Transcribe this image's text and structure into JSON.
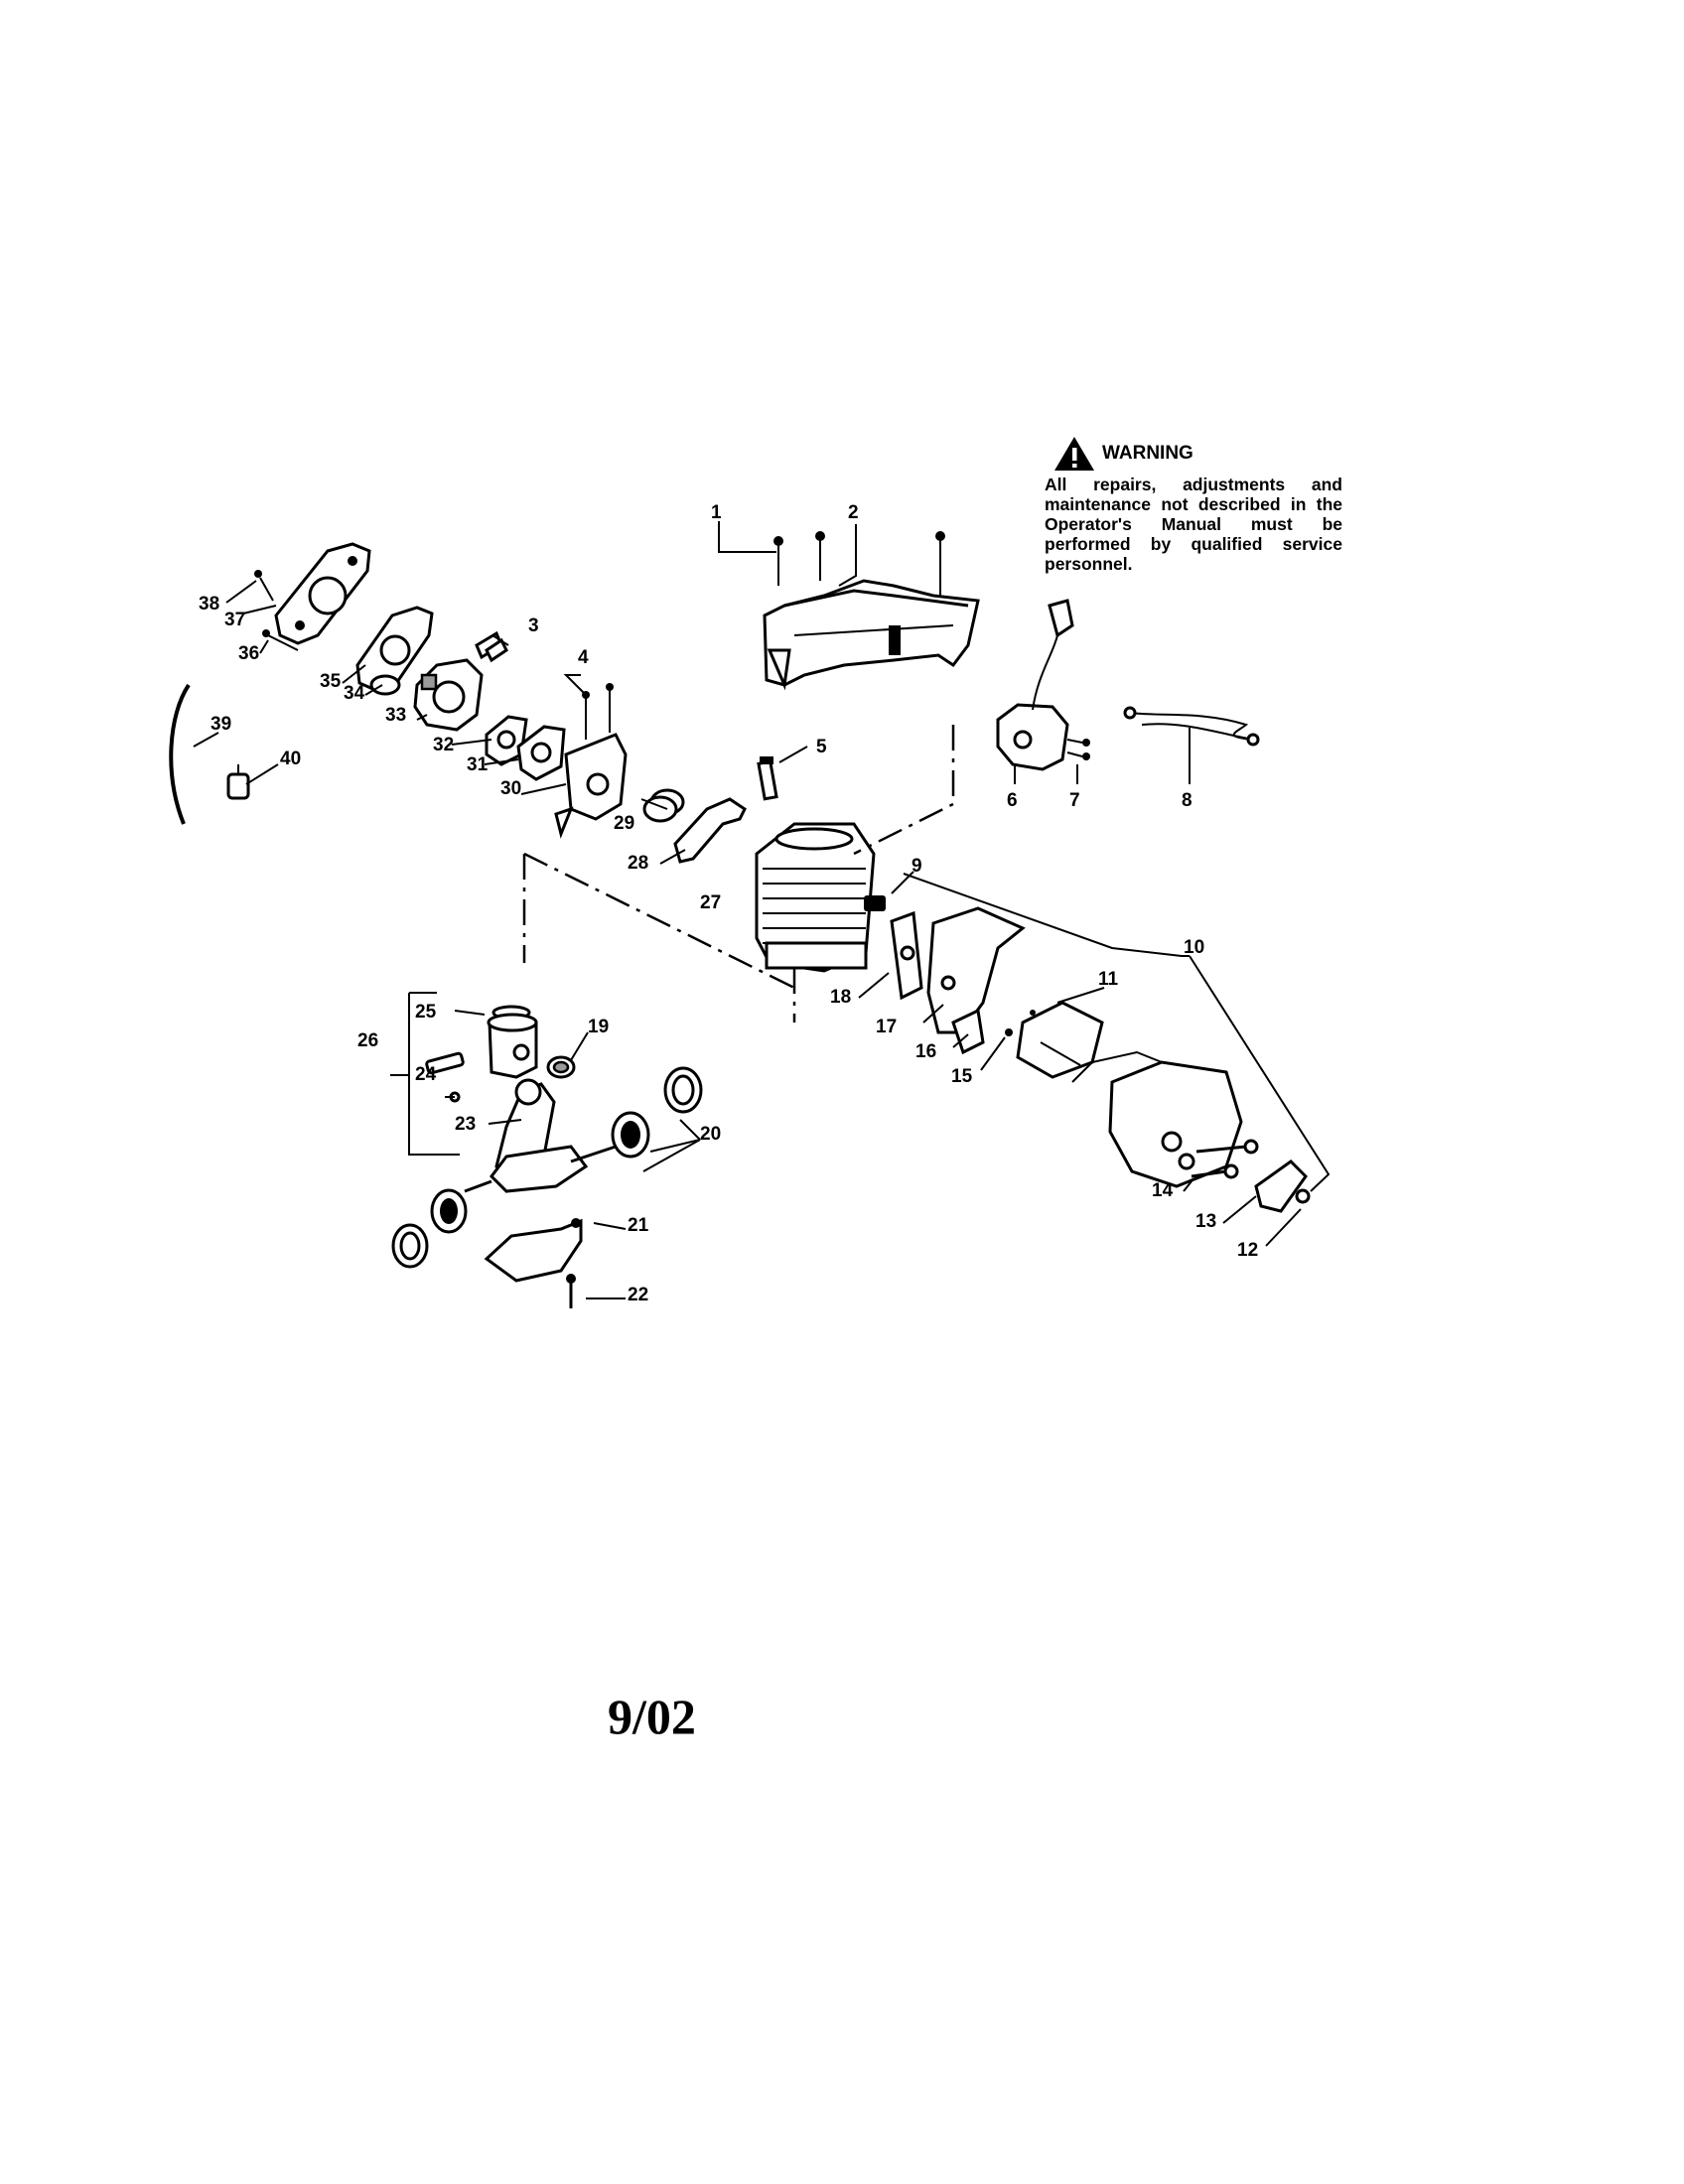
{
  "warning": {
    "title": "WARNING",
    "text": "All repairs, adjustments and maintenance not described in the Operator's Manual must be performed by qualified service personnel.",
    "icon": "warning-triangle-icon"
  },
  "part_labels": [
    "1",
    "2",
    "3",
    "4",
    "5",
    "6",
    "7",
    "8",
    "9",
    "10",
    "11",
    "12",
    "13",
    "14",
    "15",
    "16",
    "17",
    "18",
    "19",
    "20",
    "21",
    "22",
    "23",
    "24",
    "25",
    "26",
    "27",
    "28",
    "29",
    "30",
    "31",
    "32",
    "33",
    "34",
    "35",
    "36",
    "37",
    "38",
    "39",
    "40"
  ],
  "footer": {
    "date": "9/02"
  }
}
